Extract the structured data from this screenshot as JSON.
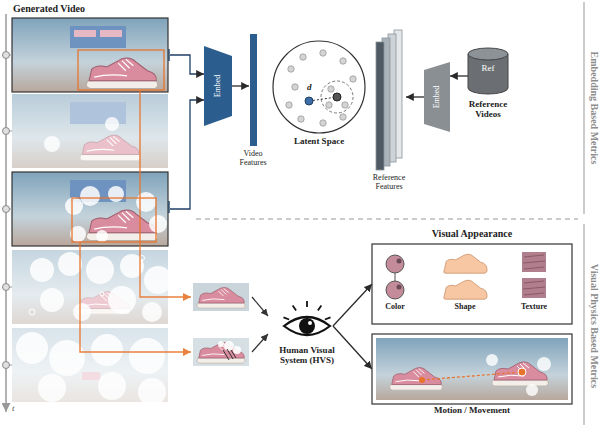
{
  "diagram": {
    "nodes": [
      {
        "text": [
          "Generated Video"
        ]
      },
      {
        "text": [
          "Embed"
        ]
      },
      {
        "text": [
          "Video Features"
        ]
      },
      {
        "text": [
          "Latent Space",
          "d"
        ]
      },
      {
        "text": [
          "Reference Features"
        ]
      },
      {
        "text": [
          "Embed"
        ]
      },
      {
        "text": [
          "Ref",
          "Reference Videos"
        ]
      },
      {
        "text": [
          "Human Visual System (HVS)"
        ]
      },
      {
        "text": [
          "Visual Appearance",
          "Color",
          "Shape",
          "Texture"
        ]
      },
      {
        "text": [
          "Motion / Movement"
        ]
      }
    ],
    "edges": [
      {
        "from": 0,
        "to": 1,
        "arrow": "to"
      },
      {
        "from": 0,
        "to": 1,
        "arrow": "to"
      },
      {
        "from": 1,
        "to": 2,
        "arrow": "to"
      },
      {
        "from": 5,
        "to": 4,
        "arrow": "to"
      },
      {
        "from": 6,
        "to": 5,
        "arrow": "to"
      },
      {
        "from": 7,
        "to": 8,
        "arrow": "to"
      },
      {
        "from": 7,
        "to": 9,
        "arrow": "to"
      }
    ],
    "labels": [
      "Embedding Based Metrics",
      "Visual Physics Based Metrics",
      "t"
    ]
  }
}
